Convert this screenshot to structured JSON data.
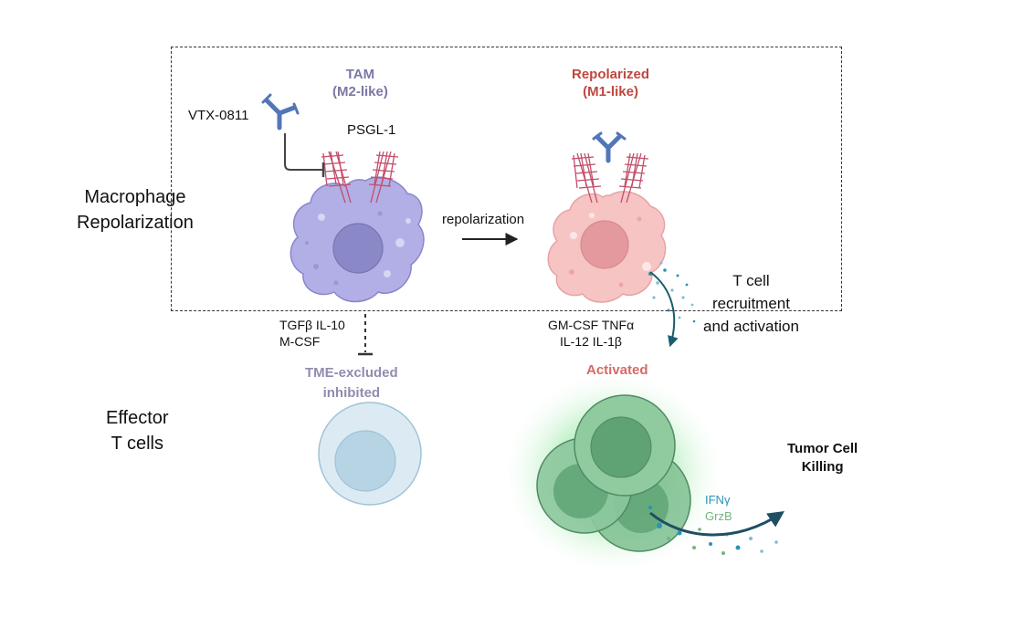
{
  "labels": {
    "macrophage_section": [
      "Macrophage",
      "Repolarization"
    ],
    "effector_section": [
      "Effector",
      "T cells"
    ],
    "tam_title": [
      "TAM",
      "(M2-like)"
    ],
    "repolarized_title": [
      "Repolarized",
      "(M1-like)"
    ],
    "drug": "VTX-0811",
    "receptor": "PSGL-1",
    "transition": "repolarization",
    "m2_cytokines": [
      "TGFβ IL-10",
      "M-CSF"
    ],
    "m1_cytokines": [
      "GM-CSF TNFα",
      "IL-12 IL-1β"
    ],
    "tcell_recruit": [
      "T cell",
      "recruitment",
      "and activation"
    ],
    "excluded_state": [
      "TME-excluded",
      "inhibited"
    ],
    "activated_state": "Activated",
    "killing": [
      "Tumor Cell",
      "Killing"
    ],
    "ifn": "IFNγ",
    "grzb": "GrzB"
  },
  "colors": {
    "tam_cell": "#b1afe6",
    "m1_cell": "#f7c4c4",
    "antibody": "#5276b8",
    "receptor": "#c24d6a",
    "tcell_inactive": "#cfe4ef",
    "tcell_active": "#7fbf90",
    "glow": "#5fd97a",
    "ifn_text": "#2b93b5",
    "grzb_text": "#6fb77f",
    "arrow_teal": "#1a5c6e"
  }
}
